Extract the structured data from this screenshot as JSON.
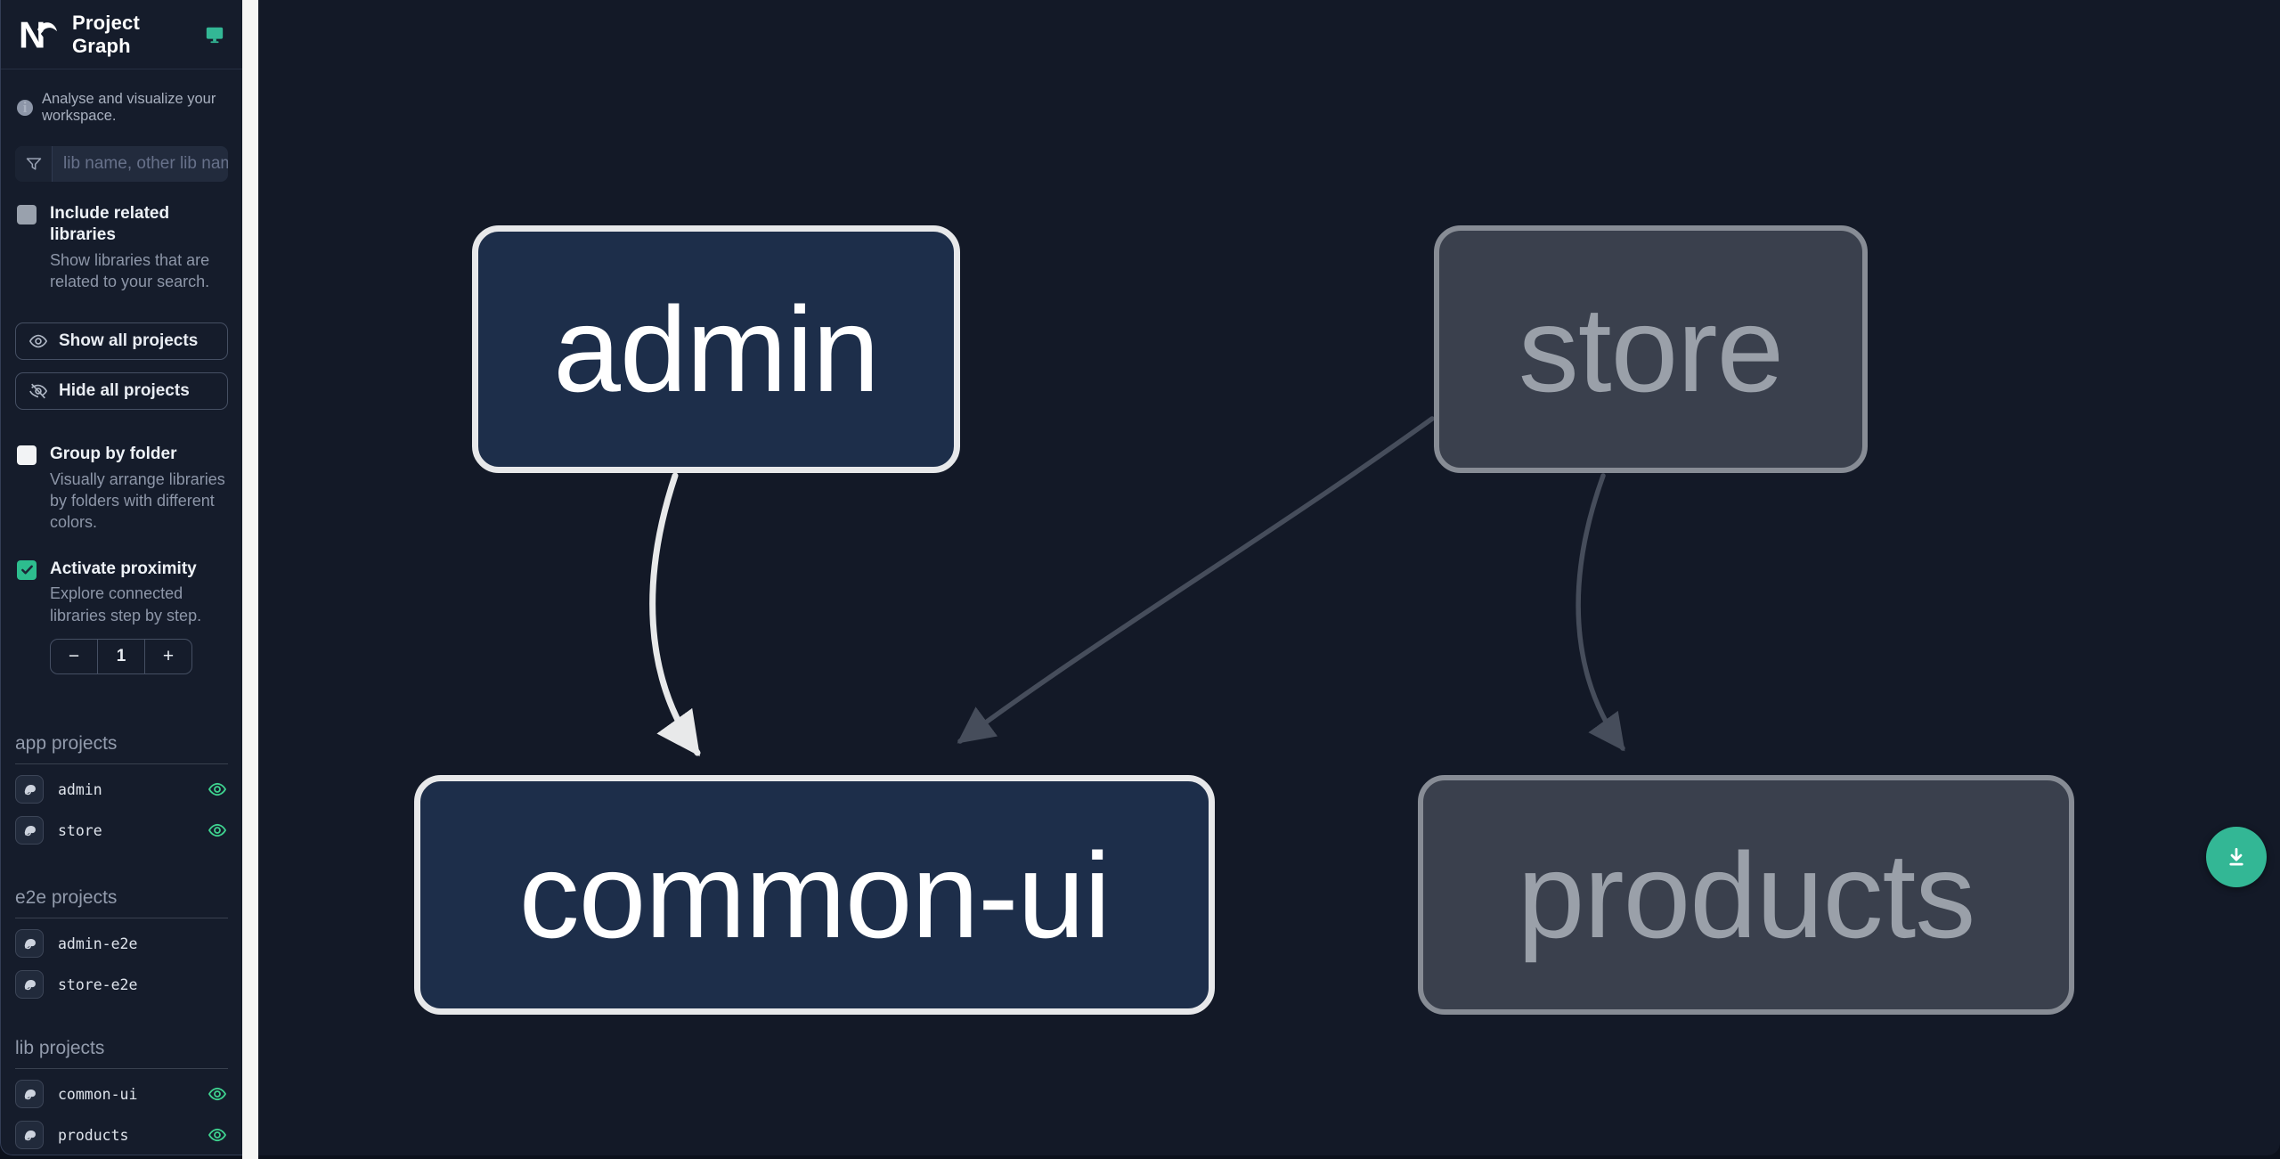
{
  "app": {
    "title": "Project Graph",
    "subtitle": "Analyse and visualize your workspace."
  },
  "search": {
    "placeholder": "lib name, other lib name"
  },
  "options": {
    "include_related": {
      "label": "Include related libraries",
      "description": "Show libraries that are related to your search.",
      "checked": false
    },
    "group_by_folder": {
      "label": "Group by folder",
      "description": "Visually arrange libraries by folders with different colors.",
      "checked": false
    },
    "activate_proximity": {
      "label": "Activate proximity",
      "description": "Explore connected libraries step by step.",
      "checked": true
    }
  },
  "buttons": {
    "show_all": "Show all projects",
    "hide_all": "Hide all projects"
  },
  "proximity_stepper": {
    "decrement": "−",
    "value": "1",
    "increment": "+"
  },
  "sections": [
    {
      "title": "app projects",
      "items": [
        {
          "name": "admin",
          "visible": true
        },
        {
          "name": "store",
          "visible": true
        }
      ]
    },
    {
      "title": "e2e projects",
      "items": [
        {
          "name": "admin-e2e",
          "visible": false
        },
        {
          "name": "store-e2e",
          "visible": false
        }
      ]
    },
    {
      "title": "lib projects",
      "items": [
        {
          "name": "common-ui",
          "visible": true
        },
        {
          "name": "products",
          "visible": true
        }
      ]
    }
  ],
  "graph": {
    "nodes": [
      {
        "id": "admin",
        "label": "admin",
        "state": "focused"
      },
      {
        "id": "store",
        "label": "store",
        "state": "faded"
      },
      {
        "id": "common-ui",
        "label": "common-ui",
        "state": "focused"
      },
      {
        "id": "products",
        "label": "products",
        "state": "faded"
      }
    ],
    "edges": [
      {
        "source": "admin",
        "target": "common-ui",
        "highlighted": true
      },
      {
        "source": "store",
        "target": "common-ui",
        "highlighted": false
      },
      {
        "source": "store",
        "target": "products",
        "highlighted": false
      }
    ]
  },
  "icons": {
    "brand": "nx-logo",
    "header_right": "monitor-icon",
    "search": "filter-funnel-icon",
    "show_all": "eye-icon",
    "hide_all": "eye-off-icon",
    "project_item": "focus-project-icon",
    "project_visibility": "eye-icon",
    "fab": "download-icon"
  },
  "colors": {
    "accent_teal": "#33b795",
    "eye_green": "#3ed28f",
    "node_focused_fill": "#1d2e4a",
    "node_focused_border": "#e7e8ea",
    "node_faded_fill": "#3a404d",
    "node_faded_border": "#878c95",
    "edge_highlight": "#e8e9ea",
    "edge_normal": "#464d5b",
    "sidebar_bg": "#151c2b",
    "canvas_bg": "#131927"
  }
}
